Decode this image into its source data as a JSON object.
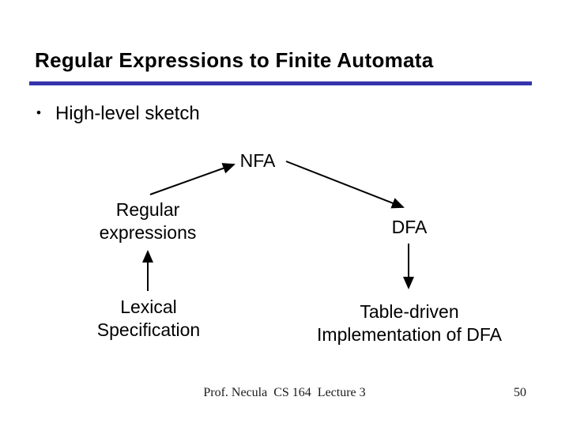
{
  "slide": {
    "title": "Regular Expressions to Finite Automata",
    "accent_color": "#3534ac",
    "text_color": "#000000",
    "bullet": {
      "marker": "•",
      "text": "High-level sketch"
    },
    "diagram": {
      "nodes": {
        "nfa": "NFA",
        "regex_line1": "Regular",
        "regex_line2": "expressions",
        "dfa": "DFA",
        "lex_line1": "Lexical",
        "lex_line2": "Specification",
        "table_line1": "Table-driven",
        "table_line2": "Implementation of DFA"
      },
      "edges": [
        {
          "from": "Regular expressions",
          "to": "NFA"
        },
        {
          "from": "NFA",
          "to": "DFA"
        },
        {
          "from": "Lexical Specification",
          "to": "Regular expressions"
        },
        {
          "from": "DFA",
          "to": "Table-driven Implementation of DFA"
        }
      ]
    },
    "footer": {
      "credit": "Prof. Necula  CS 164  Lecture 3",
      "page_number": "50"
    }
  }
}
